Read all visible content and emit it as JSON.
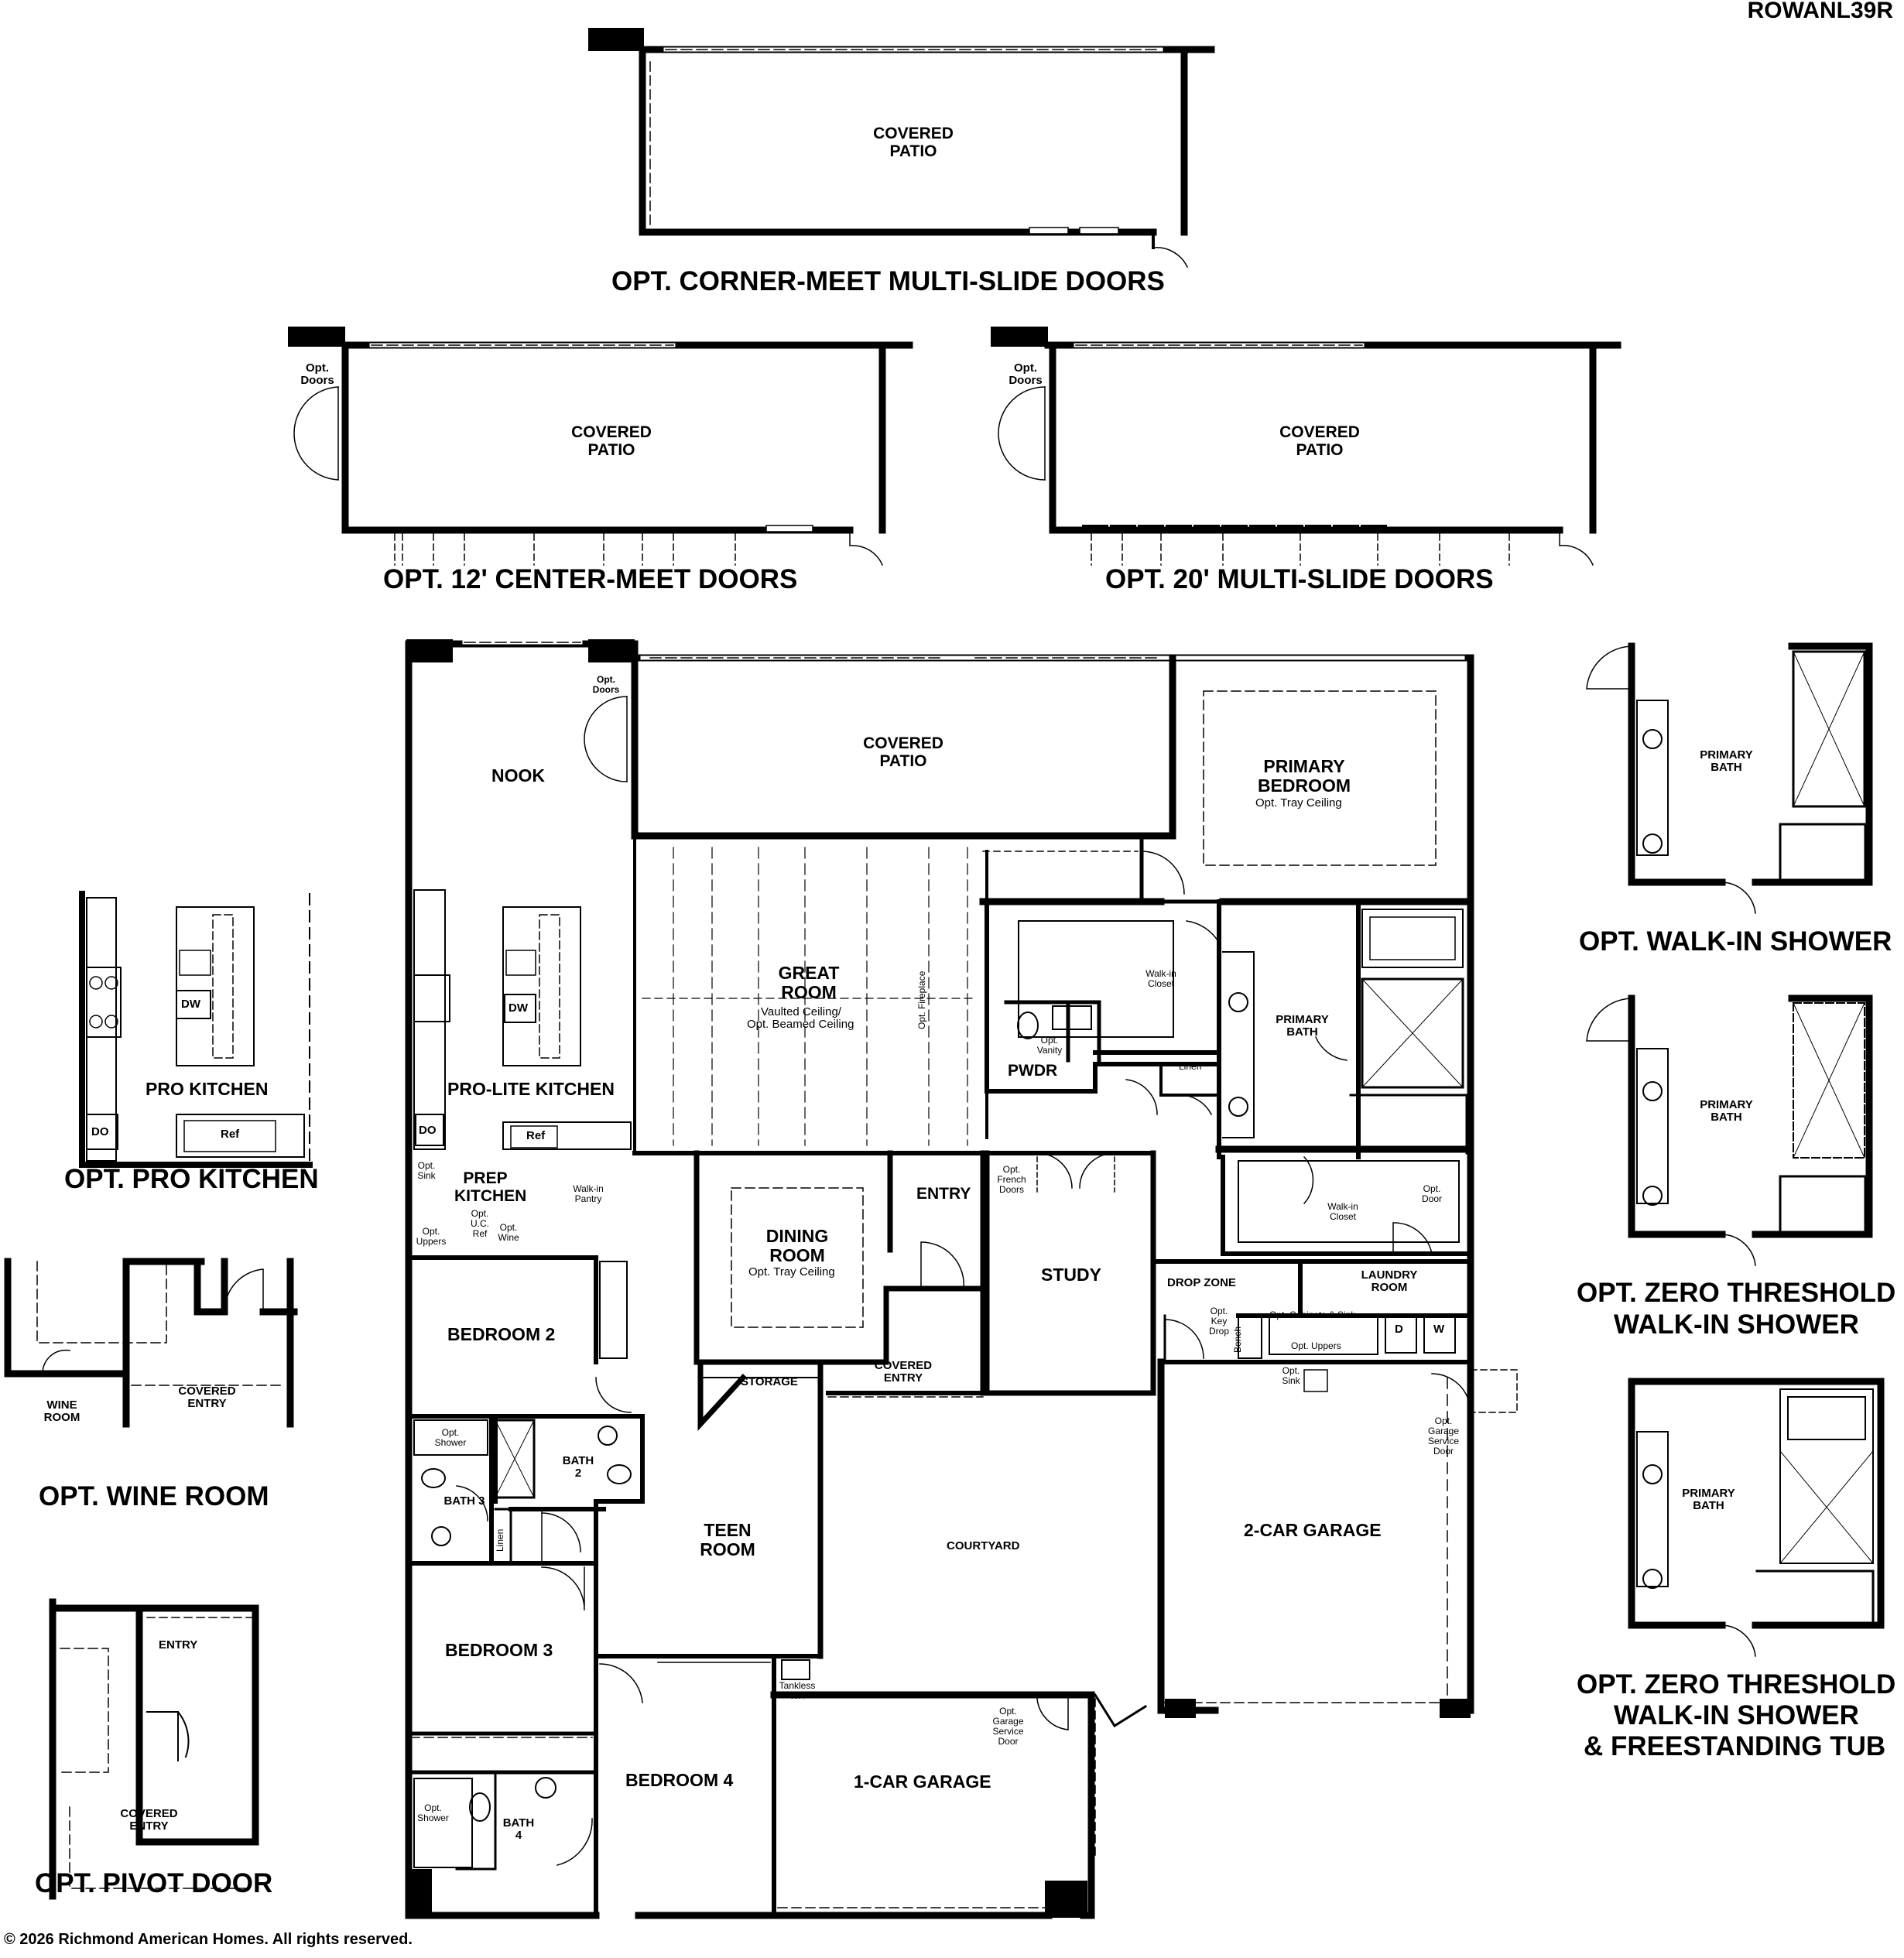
{
  "header": {
    "plan_code": "ROWANL39R"
  },
  "footer": {
    "copyright": "© 2026 Richmond American Homes. All rights reserved."
  },
  "options": {
    "corner_meet": {
      "title": "OPT. CORNER-MEET MULTI-SLIDE DOORS",
      "room": "COVERED PATIO"
    },
    "center_meet": {
      "title": "OPT. 12' CENTER-MEET DOORS",
      "room": "COVERED PATIO",
      "doors": "Opt. Doors"
    },
    "multi_slide": {
      "title": "OPT. 20' MULTI-SLIDE DOORS",
      "room": "COVERED PATIO",
      "doors": "Opt. Doors"
    },
    "pro_kitchen": {
      "title": "OPT. PRO KITCHEN",
      "room": "PRO KITCHEN",
      "dw": "DW",
      "do": "DO",
      "ref": "Ref"
    },
    "wine_room": {
      "title": "OPT. WINE ROOM",
      "wine": "WINE ROOM",
      "entry": "COVERED ENTRY"
    },
    "pivot_door": {
      "title": "OPT. PIVOT DOOR",
      "entry": "ENTRY",
      "covered": "COVERED ENTRY"
    },
    "walk_in_shower": {
      "title": "OPT. WALK-IN SHOWER",
      "room": "PRIMARY BATH"
    },
    "zero_threshold": {
      "title_1": "OPT. ZERO THRESHOLD",
      "title_2": "WALK-IN SHOWER",
      "room": "PRIMARY BATH"
    },
    "zero_tub": {
      "title_1": "OPT. ZERO THRESHOLD",
      "title_2": "WALK-IN SHOWER",
      "title_3": "& FREESTANDING TUB",
      "room": "PRIMARY BATH"
    }
  },
  "main_plan": {
    "nook": "NOOK",
    "opt_doors": "Opt. Doors",
    "covered_patio": "COVERED PATIO",
    "primary_bedroom": "PRIMARY BEDROOM",
    "primary_bedroom_opt": "Opt. Tray Ceiling",
    "great_room": "GREAT ROOM",
    "great_room_opt_1": "Vaulted Ceiling/",
    "great_room_opt_2": "Opt. Beamed Ceiling",
    "opt_fireplace": "Opt. Fireplace",
    "walk_in_closet": "Walk-in Closet",
    "opt_vanity": "Opt. Vanity",
    "pwdr": "PWDR",
    "linen": "Linen",
    "primary_bath": "PRIMARY BATH",
    "pro_lite_kitchen": "PRO-LITE KITCHEN",
    "dw": "DW",
    "do": "DO",
    "ref": "Ref",
    "opt_sink": "Opt. Sink",
    "prep_kitchen": "PREP KITCHEN",
    "walk_in_pantry": "Walk-in Pantry",
    "opt_uppers": "Opt. Uppers",
    "opt_uc_ref": "Opt. U.C. Ref",
    "opt_wine": "Opt. Wine",
    "dining_room": "DINING ROOM",
    "dining_opt": "Opt. Tray Ceiling",
    "entry": "ENTRY",
    "opt_french_doors": "Opt. French Doors",
    "study": "STUDY",
    "walk_in_closet_2": "Walk-in Closet",
    "opt_door": "Opt. Door",
    "drop_zone": "DROP ZONE",
    "laundry_room": "LAUNDRY ROOM",
    "opt_key_drop": "Opt. Key Drop",
    "bench": "Bench",
    "opt_cabinets_sink": "Opt. Cabinets & Sink",
    "opt_uppers_2": "Opt. Uppers",
    "washer": "W",
    "dryer": "D",
    "bedroom_2": "BEDROOM 2",
    "storage": "STORAGE",
    "covered_entry": "COVERED ENTRY",
    "opt_sink_2": "Opt. Sink",
    "opt_garage_door": "Opt. Garage Service Door",
    "opt_shower": "Opt. Shower",
    "bath_2": "BATH 2",
    "bath_3": "BATH 3",
    "linen_2": "Linen",
    "teen_room": "TEEN ROOM",
    "courtyard": "COURTYARD",
    "two_car_garage": "2-CAR GARAGE",
    "bedroom_3": "BEDROOM 3",
    "tankless_wh": "Tankless WH",
    "opt_garage_door_2": "Opt. Garage Service Door",
    "bedroom_4": "BEDROOM 4",
    "one_car_garage": "1-CAR GARAGE",
    "opt_shower_2": "Opt. Shower",
    "bath_4": "BATH 4"
  }
}
